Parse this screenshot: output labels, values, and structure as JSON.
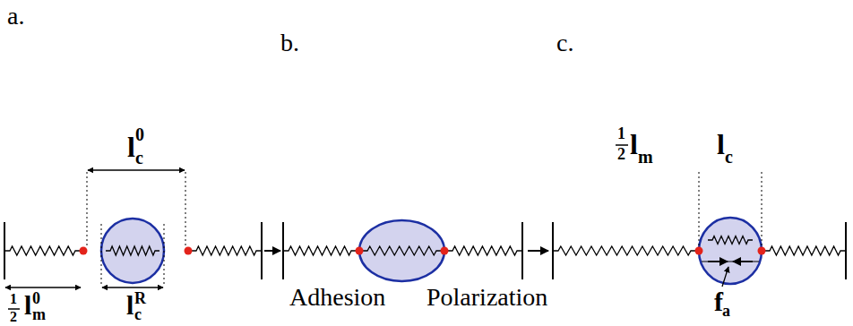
{
  "diagram": {
    "labels": [
      "a.",
      "b.",
      "c.",
      "l",
      "c",
      "0",
      "1",
      "2",
      "l",
      "m",
      "0",
      "l",
      "c",
      "R",
      "Adhesion",
      "Polarization",
      "1",
      "2",
      "l",
      "m",
      "l",
      "c",
      "f",
      "a"
    ]
  }
}
